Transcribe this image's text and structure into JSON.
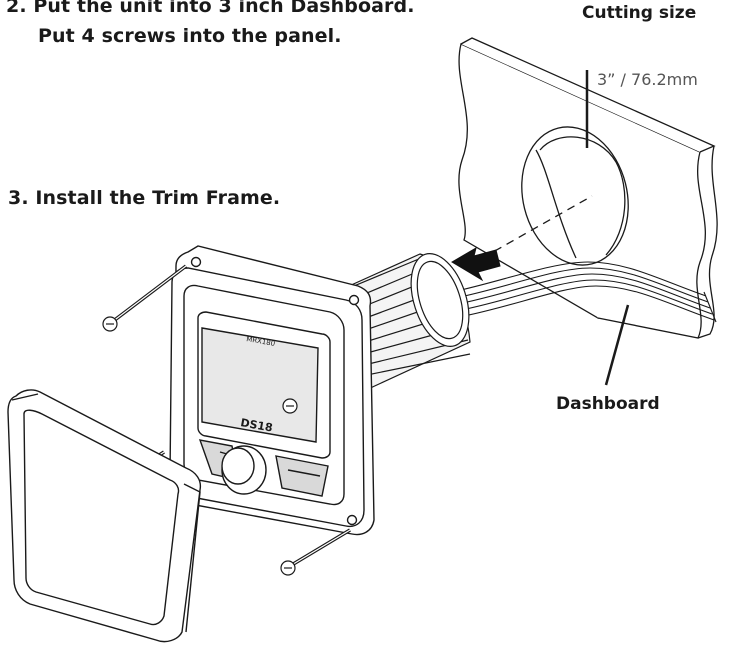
{
  "steps": {
    "step2_line1": "2. Put the unit into 3 inch Dashboard.",
    "step2_line2": "Put 4 screws into the panel.",
    "step3": "3. Install the Trim Frame."
  },
  "labels": {
    "cutting_size": "Cutting size",
    "dimension": "3” / 76.2mm",
    "dashboard": "Dashboard"
  },
  "device": {
    "model": "MRX180",
    "brand": "DS18"
  },
  "colors": {
    "ink": "#1a1a1a",
    "face_gray": "#d9d9d9",
    "screen": "#e8e8e8",
    "arrow": "#111111"
  }
}
